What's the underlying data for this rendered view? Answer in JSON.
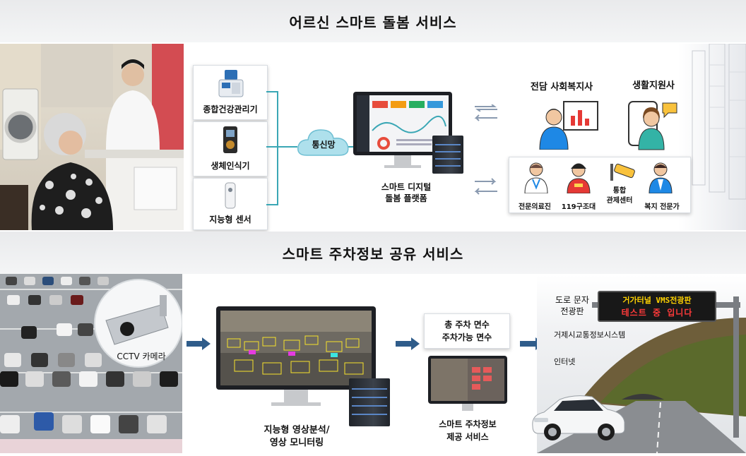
{
  "sections": {
    "care": {
      "title": "어르신 스마트 돌봄 서비스",
      "devices": [
        "종합건강관리기",
        "생체인식기",
        "지능형 센서"
      ],
      "network": "통신망",
      "platform": [
        "스마트 디지털",
        "돌봄 플랫폼"
      ],
      "roles": [
        "전담 사회복지사",
        "생활지원사"
      ],
      "partners": [
        "전문의료진",
        "119구조대",
        "통합\n관제센터",
        "복지 전문가"
      ]
    },
    "parking": {
      "title": "스마트 주차정보 공유 서비스",
      "cctv_label": "CCTV 카메라",
      "analysis": [
        "지능형 영상분석/",
        "영상 모니터링"
      ],
      "counts": [
        "총 주차 면수",
        "주차가능 면수"
      ],
      "service": [
        "스마트 주차정보",
        "제공 서비스"
      ],
      "sign_label": [
        "도로 문자",
        "전광판"
      ],
      "sign_text": [
        "거가터널 VMS전광판",
        "테스트 중 입니다"
      ],
      "channels": [
        "거제시교통정보시스템",
        "인터넷"
      ]
    }
  },
  "colors": {
    "teal_line": "#3aa7b5",
    "arrow_blue": "#2f5c8a",
    "led_yellow": "#ffd200",
    "led_red": "#ff3a3a"
  }
}
